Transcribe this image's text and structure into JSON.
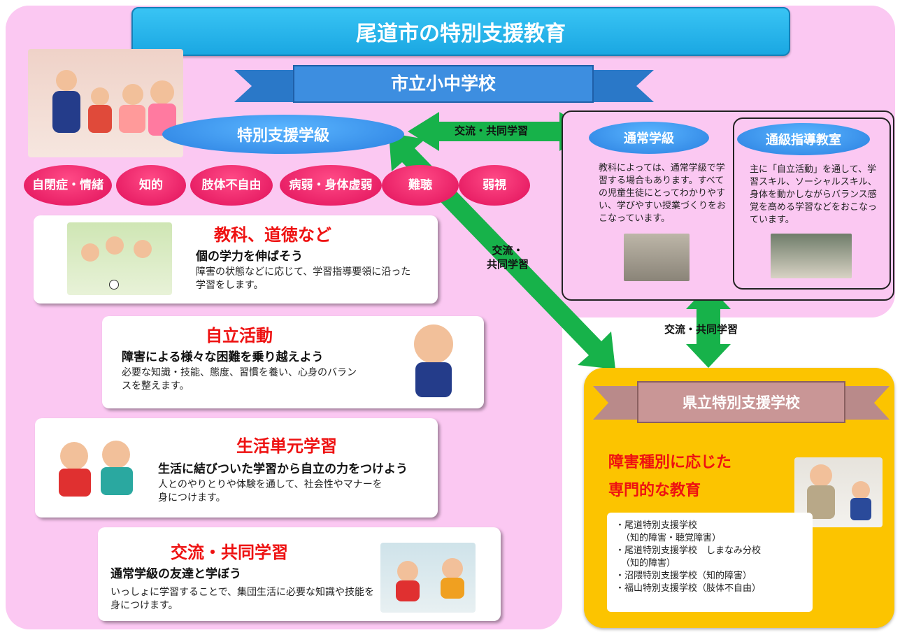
{
  "title": "尾道市の特別支援教育",
  "city_schools_ribbon": "市立小中学校",
  "special_class": "特別支援学級",
  "disability_categories": [
    "自閉症・情緒",
    "知的",
    "肢体不自由",
    "病弱・身体虚弱",
    "難聴",
    "弱視"
  ],
  "cards": [
    {
      "title": "教科、道徳など",
      "subtitle": "個の学力を伸ばそう",
      "text": "障害の状態などに応じて、学習指導要領に沿った学習をします。"
    },
    {
      "title": "自立活動",
      "subtitle": "障害による様々な困難を乗り越えよう",
      "text": "必要な知識・技能、態度、習慣を養い、心身のバランスを整えます。"
    },
    {
      "title": "生活単元学習",
      "subtitle": "生活に結びついた学習から自立の力をつけよう",
      "text": "人とのやりとりや体験を通して、社会性やマナーを身につけます。"
    },
    {
      "title": "交流・共同学習",
      "subtitle": "通常学級の友達と学ぼう",
      "text": "いっしょに学習することで、集団生活に必要な知識や技能を身につけます。"
    }
  ],
  "kouryu_horizontal": "交流・共同学習",
  "kouryu_diagonal": [
    "交流・",
    "共同学習"
  ],
  "kouryu_vertical": "交流・共同学習",
  "regular_class": {
    "title": "通常学級",
    "text": "教科によっては、通常学級で学習する場合もあります。すべての児童生徒にとってわかりやすい、学びやすい授業づくりをおこなっています。"
  },
  "resource_room": {
    "title": "通級指導教室",
    "text": "主に「自立活動」を通して、学習スキル、ソーシャルスキル、身体を動かしながらバランス感覚を高める学習などをおこなっています。"
  },
  "prefecture": {
    "ribbon": "県立特別支援学校",
    "heading_line1": "障害種別に応じた",
    "heading_line2": "専門的な教育",
    "schools": [
      "・尾道特別支援学校",
      "（知的障害・聴覚障害）",
      "・尾道特別支援学校　しまなみ分校",
      "（知的障害）",
      "・沼隈特別支援学校（知的障害）",
      "・福山特別支援学校（肢体不自由）"
    ]
  },
  "colors": {
    "pink_bg": "#fbc8f2",
    "blue": "#1aa7e2",
    "magenta": "#e0105a",
    "green_arrow": "#17b24a",
    "yellow": "#fcc400",
    "red_title": "#ee1111"
  }
}
